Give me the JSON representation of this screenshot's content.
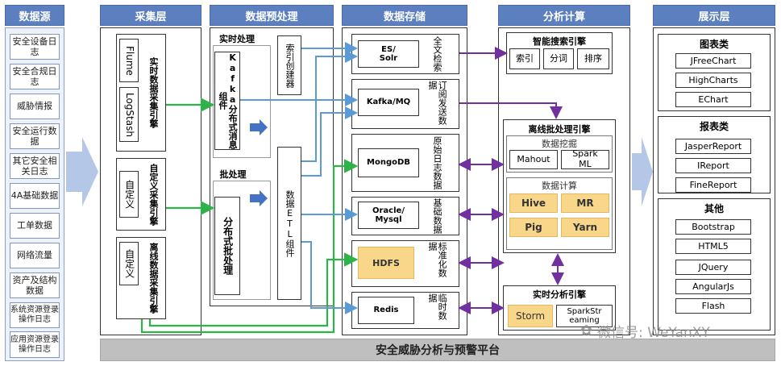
{
  "columns": {
    "source": "数据源",
    "collect": "采集层",
    "preprocess": "数据预处理",
    "storage": "数据存储",
    "analysis": "分析计算",
    "display": "展示层"
  },
  "sources": [
    "安全设备日志",
    "安全合规日志",
    "威胁情报",
    "安全运行数据",
    "其它安全相关日志",
    "4A基础数据",
    "工单数据",
    "网络流量",
    "资产及结构数据",
    "系统资源登录操作日志",
    "应用资源登录操作日志"
  ],
  "collect": {
    "realtime_tools": [
      "Flume",
      "LogStash"
    ],
    "realtime_label": "实时数据采集引擎",
    "custom_tool": "自定义",
    "custom_label": "自定义采集引擎",
    "offline_tool": "自定义",
    "offline_label": "离线数据采集引擎"
  },
  "preprocess": {
    "realtime_title": "实时处理",
    "kafka": "Kafka分布式消息组件",
    "batch_title": "批处理",
    "batch": "分布式批处理",
    "index": "索引创建器",
    "etl": "数据ETL组件"
  },
  "storage": [
    {
      "name": "ES/\nSolr",
      "desc": "全文检索"
    },
    {
      "name": "Kafka/MQ",
      "desc": "订阅发送数据"
    },
    {
      "name": "MongoDB",
      "desc": "原始日志数据"
    },
    {
      "name": "Oracle/\nMysql",
      "desc": "基础数据"
    },
    {
      "name": "HDFS",
      "desc": "标准化数据"
    },
    {
      "name": "Redis",
      "desc": "临时数据"
    }
  ],
  "analysis": {
    "search_title": "智能搜索引擎",
    "search_items": [
      "索引",
      "分词",
      "排序"
    ],
    "batch_title": "离线批处理引擎",
    "mining_title": "数据挖掘",
    "mining_items": [
      "Mahout",
      "Spark\nML"
    ],
    "compute_title": "数据计算",
    "compute_items": [
      "Hive",
      "MR",
      "Pig",
      "Yarn"
    ],
    "realtime_title": "实时分析引擎",
    "realtime_items": [
      "Storm",
      "SparkStr\neaming"
    ]
  },
  "display": {
    "chart_title": "图表类",
    "chart_items": [
      "JFreeChart",
      "HighCharts",
      "EChart"
    ],
    "report_title": "报表类",
    "report_items": [
      "JasperReport",
      "IReport",
      "FineReport"
    ],
    "other_title": "其他",
    "other_items": [
      "Bootstrap",
      "HTML5",
      "JQuery",
      "AngularJs",
      "Flash"
    ]
  },
  "bottom_bar": "安全威胁分析与预警平台",
  "watermark": "微信号: WeYanXY",
  "colors": {
    "header": "#5b7fbf",
    "green_arrow": "#2db34a",
    "blue_arrow": "#5b9bd5",
    "purple_arrow": "#7030a0",
    "gold": "#f8d68a",
    "big_arrow": "#b4c7e7"
  }
}
